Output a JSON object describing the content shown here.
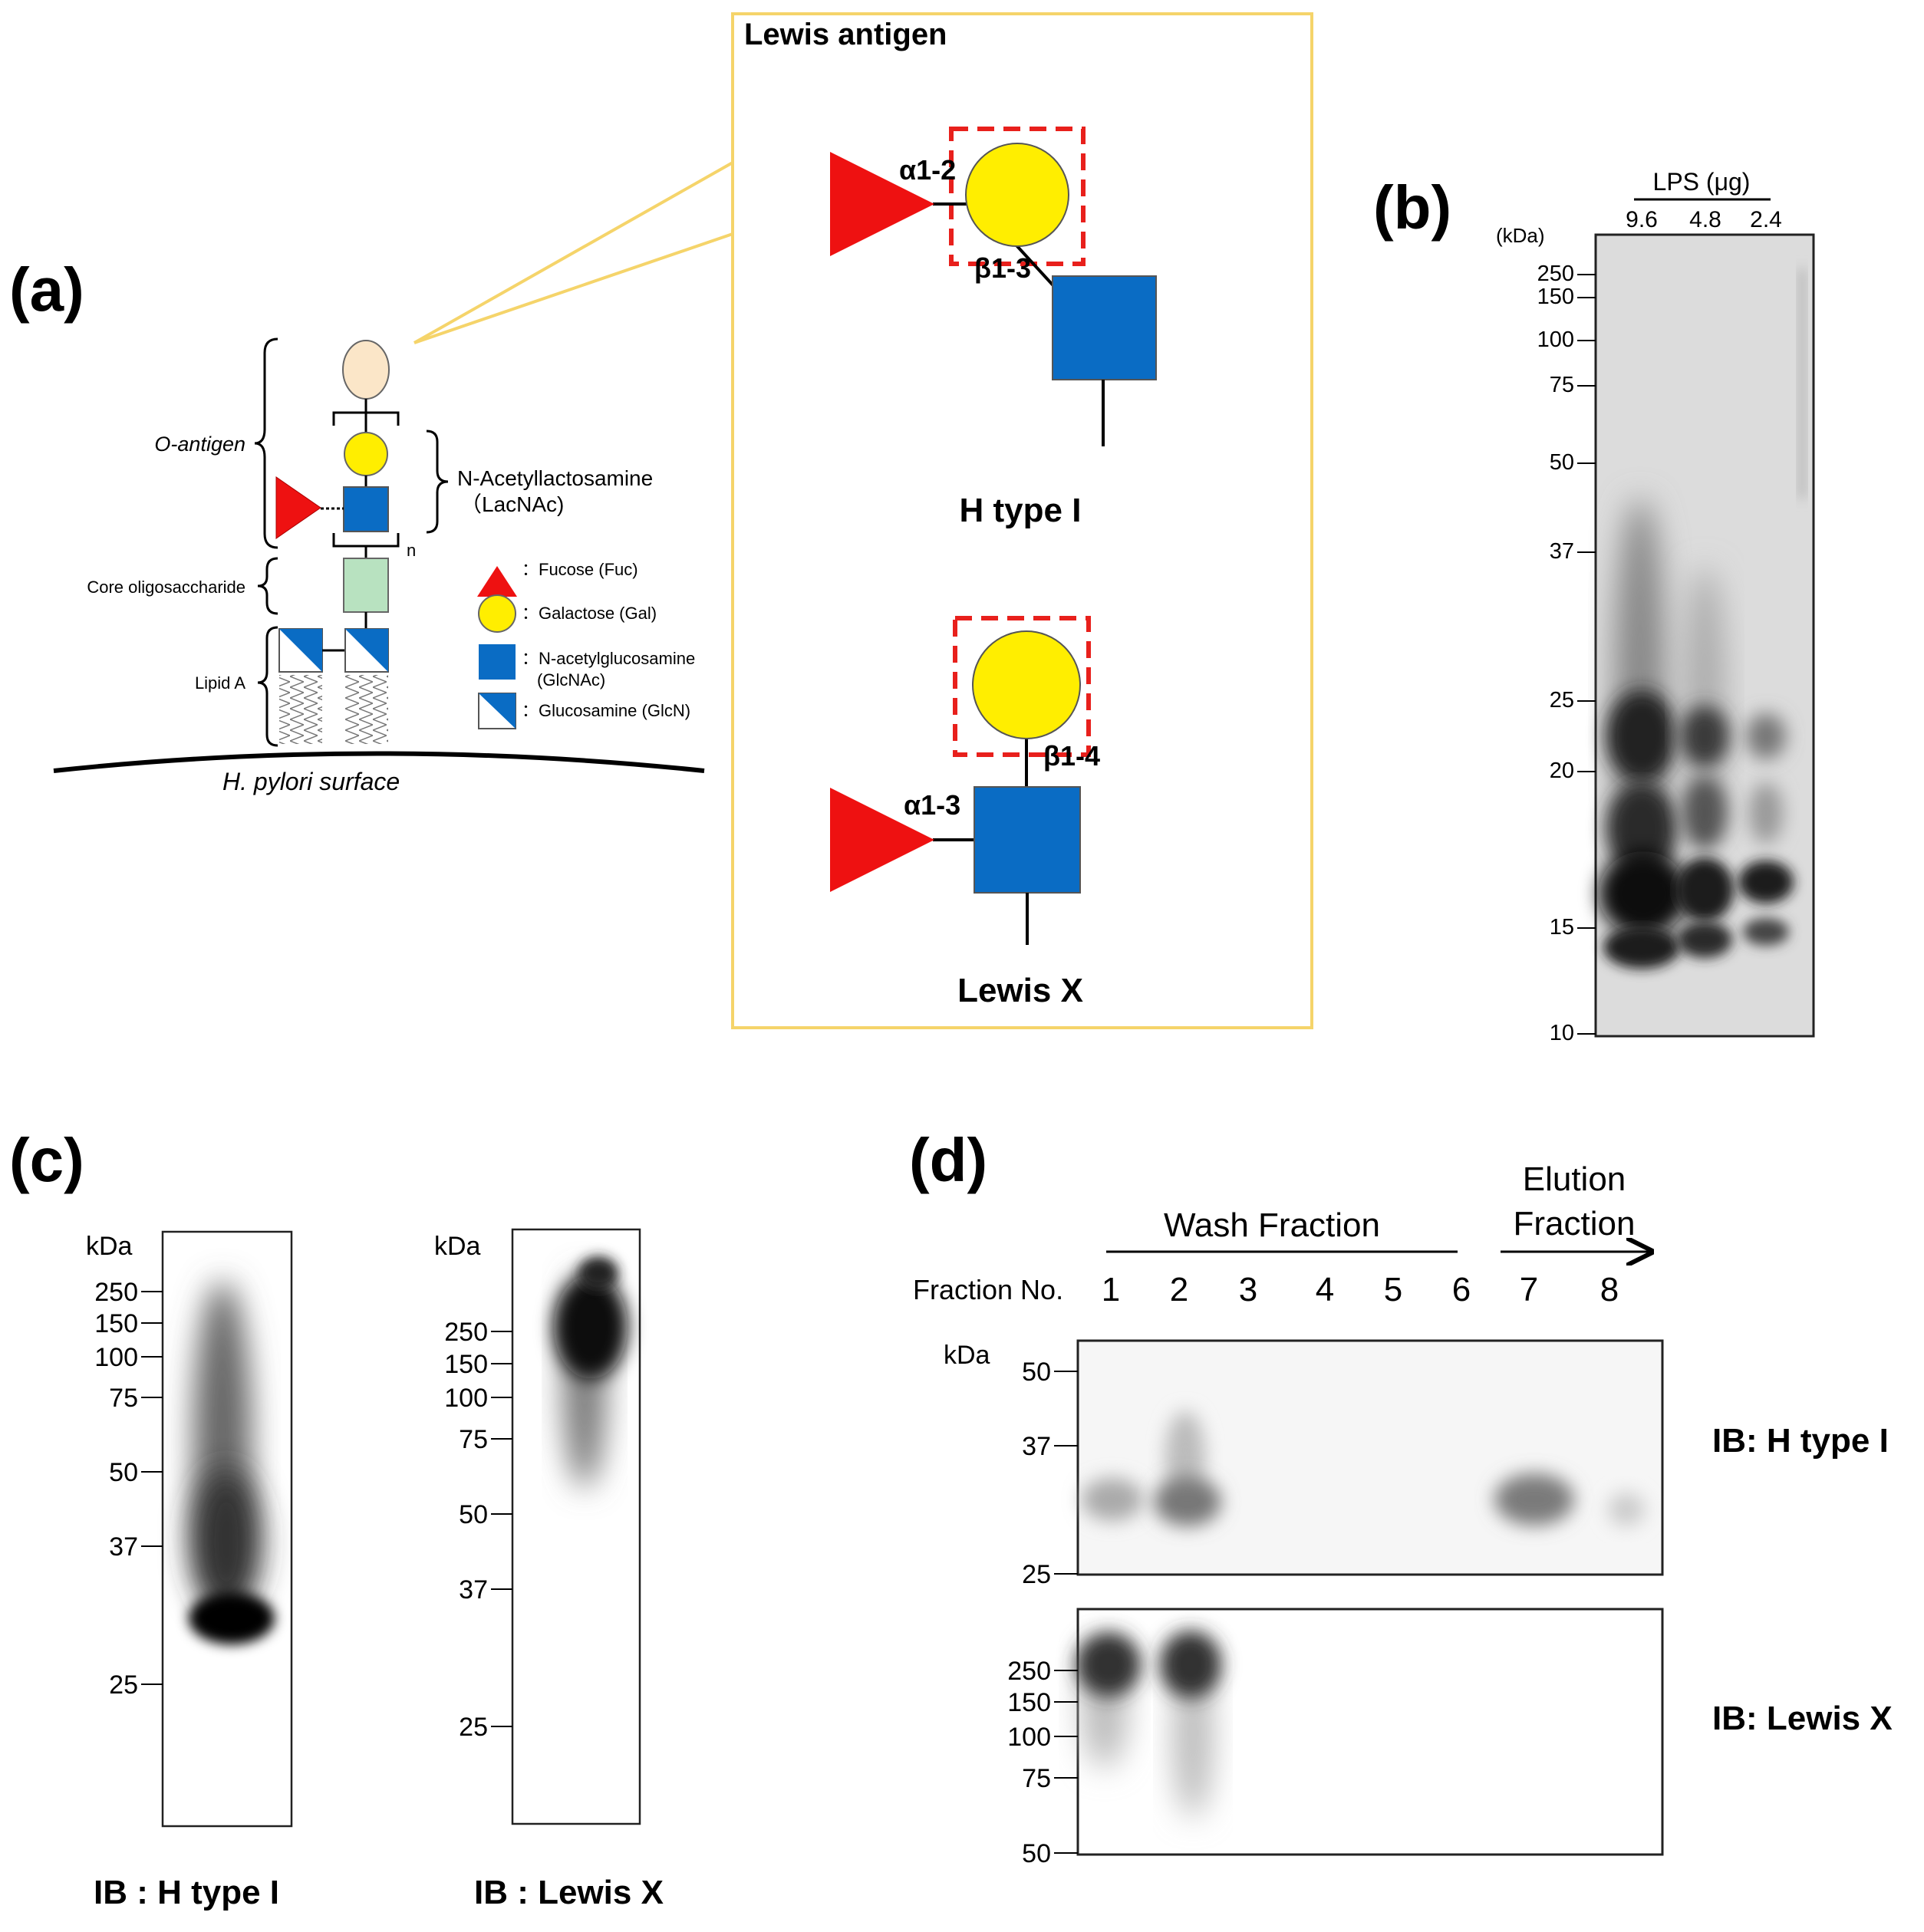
{
  "panels": {
    "a": {
      "label": "(a)",
      "o_antigen": "O-antigen",
      "lacnac_line1": "N-Acetyllactosamine",
      "lacnac_line2": "（LacNAc)",
      "repeat_n": "n",
      "core": "Core oligosaccharide",
      "lipid_a": "Lipid A",
      "surface": "H. pylori surface",
      "legend": {
        "fucose": "：Fucose (Fuc)",
        "galactose": "：Galactose (Gal)",
        "glcnac_1": "：N-acetylglucosamine",
        "glcnac_2": "(GlcNAc)",
        "glucosamine": "：Glucosamine (GlcN)"
      },
      "inset": {
        "title": "Lewis antigen",
        "h_alpha": "α1-2",
        "h_beta": "β1-3",
        "h_name": "H type I",
        "x_alpha": "α1-3",
        "x_beta": "β1-4",
        "x_name": "Lewis X"
      }
    },
    "b": {
      "label": "(b)",
      "header": "LPS (μg)",
      "unit": "(kDa)",
      "lanes": [
        "9.6",
        "4.8",
        "2.4"
      ],
      "markers": [
        "250",
        "150",
        "100",
        "75",
        "50",
        "37",
        "25",
        "20",
        "15",
        "10"
      ]
    },
    "c": {
      "label": "(c)",
      "unit": "kDa",
      "blot1_markers": [
        "250",
        "150",
        "100",
        "75",
        "50",
        "37",
        "25"
      ],
      "blot2_markers": [
        "250",
        "150",
        "100",
        "75",
        "50",
        "37",
        "25"
      ],
      "blot1_caption": "IB : H type I",
      "blot2_caption": "IB : Lewis X"
    },
    "d": {
      "label": "(d)",
      "wash": "Wash Fraction",
      "elution_1": "Elution",
      "elution_2": "Fraction",
      "fraction_no": "Fraction No.",
      "fractions": [
        "1",
        "2",
        "3",
        "4",
        "5",
        "6",
        "7",
        "8"
      ],
      "unit": "kDa",
      "top_markers": [
        "50",
        "37",
        "25"
      ],
      "bottom_markers": [
        "250",
        "150",
        "100",
        "75",
        "50"
      ],
      "top_caption": "IB: H type I",
      "bottom_caption": "IB: Lewis X"
    }
  },
  "colors": {
    "fucose": "#ee1111",
    "galactose": "#ffee00",
    "glcnac": "#0a6cc4",
    "core": "#b8e2c0",
    "o_unit": "#fbe6c8",
    "inset_border": "#f5d46a",
    "dashed": "#e8201c"
  }
}
